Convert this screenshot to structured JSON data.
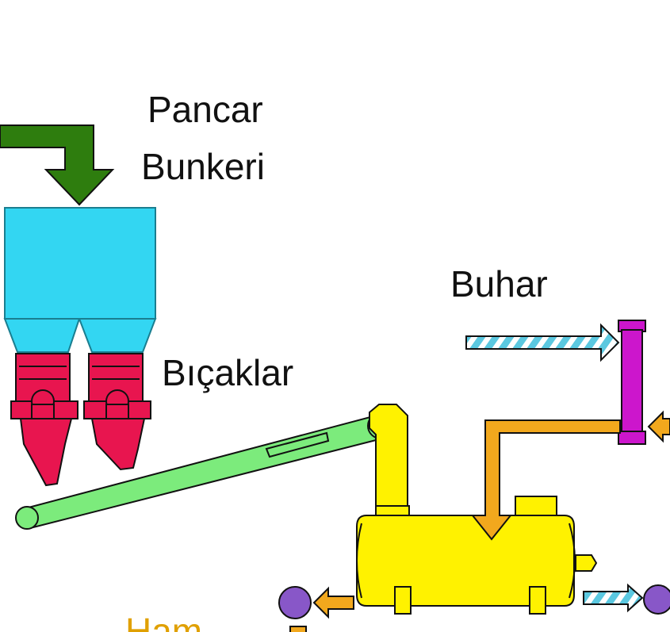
{
  "labels": {
    "bunker": [
      "Pancar",
      "Bunkeri"
    ],
    "steam": "Buhar",
    "knives": "Bıçaklar",
    "cut_off": "Ham"
  },
  "colors": {
    "feed_arrow": "#2E7D0E",
    "bunker": "#33D6F2",
    "bunker_outline": "#1A7E90",
    "knives": "#E8154F",
    "conveyor": "#7CEB7C",
    "scalder": "#FFF200",
    "steam_line": "#5BC8E0",
    "header": "#CC16CC",
    "pipe": "#F2A81D",
    "pump": "#8857C8",
    "outline": "#111111"
  }
}
